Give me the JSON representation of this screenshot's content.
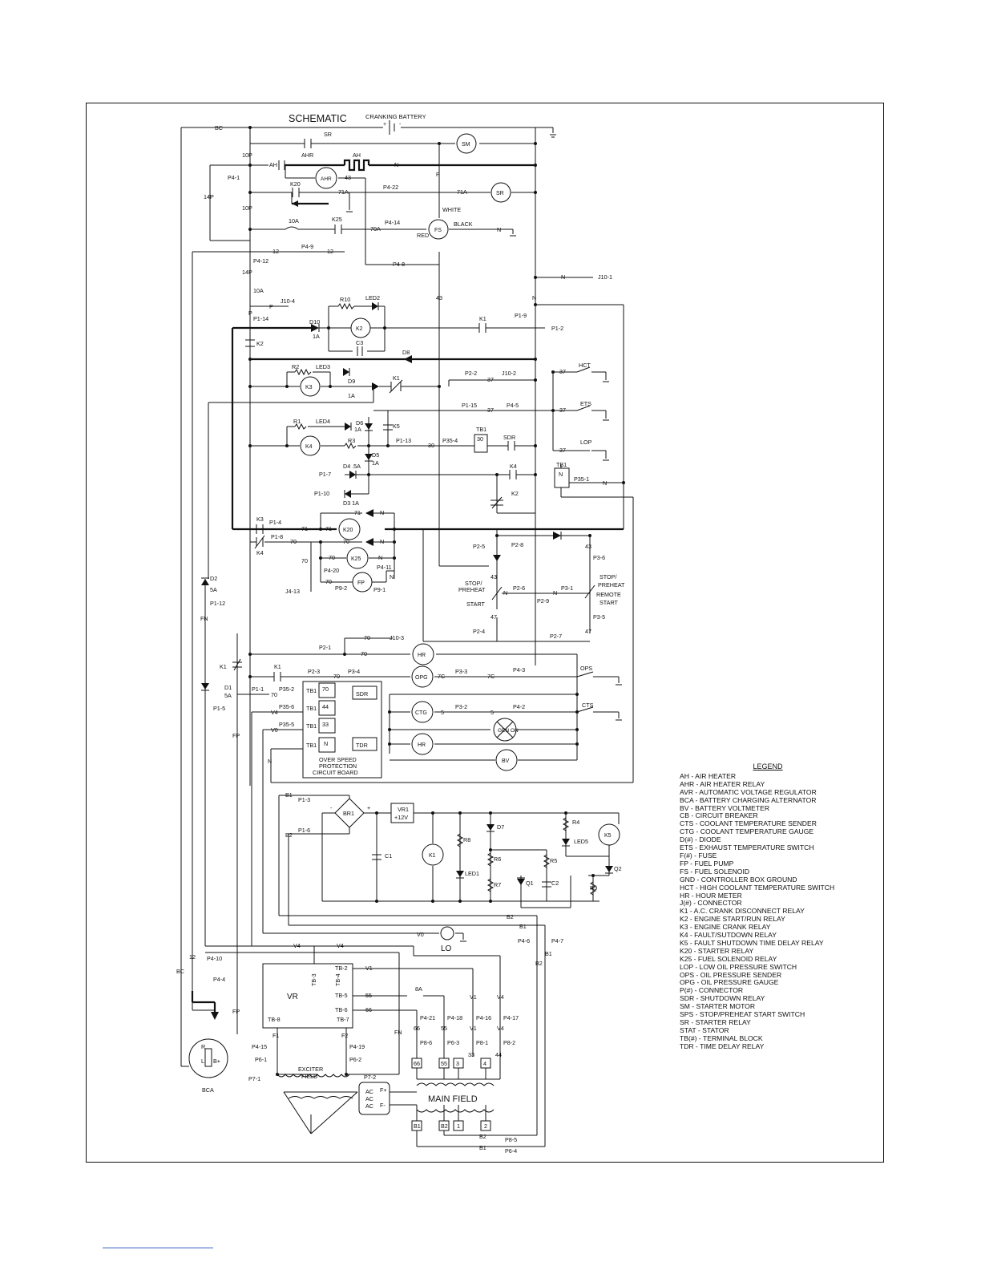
{
  "title": "SCHEMATIC",
  "battery_label": "CRANKING BATTERY",
  "components": {
    "SM": "SM",
    "SR": "SR",
    "AHR": "AHR",
    "AH": "AH",
    "FS": "FS",
    "K2": "K2",
    "K3": "K3",
    "K4": "K4",
    "K20": "K20",
    "K25": "K25",
    "FP": "FP",
    "HR": "HR",
    "OPG": "OPG",
    "CTG": "CTG",
    "GEN_ON": "GEN ON",
    "BV": "BV",
    "K1": "K1",
    "K5": "K5",
    "LO": "LO",
    "VR": "VR"
  },
  "labels": {
    "bc": "BC",
    "sr": "SR",
    "p10": "10P",
    "ah": "AH",
    "ahr": "AHR",
    "ah2": "AH",
    "n": "N",
    "p4_1": "P4-1",
    "k20": "K20",
    "n43": "43",
    "n71a": "71A",
    "p4_22": "P4-22",
    "n71a2": "71A",
    "p": "P",
    "white": "WHITE",
    "p14": "14P",
    "p10b": "10P",
    "f10a": "10A",
    "k25": "K25",
    "p4_14": "P4-14",
    "n70a": "70A",
    "red": "RED",
    "black": "BLACK",
    "n2": "N",
    "p4_9": "P4-9",
    "n12": "12",
    "n12b": "12",
    "p4_12": "P4-12",
    "p14b": "14P",
    "p4_8": "P4-8",
    "n3": "N",
    "j10_1": "J10-1",
    "n43b": "43",
    "f10a2": "10A",
    "j10_4": "J10-4",
    "p2": "P",
    "p1_14": "P1-14",
    "r10": "R10",
    "led2": "LED2",
    "n4": "N",
    "d10": "D10",
    "a1": "1A",
    "k1a": "K1",
    "p1_9": "P1-9",
    "p1_2": "P1-2",
    "k2a": "K2",
    "c3": "C3",
    "d8": "D8",
    "r2": "R2",
    "led3": "LED3",
    "d9": "D9",
    "a1b": "1A",
    "k1b": "K1",
    "p2_2": "P2-2",
    "n37a": "37",
    "j10_2": "J10-2",
    "n37b": "37",
    "hct": "HCT",
    "p1_15": "P1-15",
    "n37c": "37",
    "p4_5": "P4-5",
    "n37d": "37",
    "ets": "ETS",
    "r1": "R1",
    "led4": "LED4",
    "d6": "D6",
    "a1c": "1A",
    "k5": "K5",
    "tb1a": "TB1",
    "n30": "30",
    "sdr": "SDR",
    "n37e": "37",
    "lop": "LOP",
    "r3": "R3",
    "p1_13": "P1-13",
    "p35_4": "P35-4",
    "n30b": "30",
    "d5": "D5",
    "a1d": "1A",
    "d4": "D4 .5A",
    "k4": "K4",
    "tb1b": "TB1",
    "n5": "N",
    "p35_1": "P35-1",
    "n6": "N",
    "p1_7": "P1-7",
    "k2b": "K2",
    "p1_10": "P1-10",
    "d3": "D3 1A",
    "n71": "71",
    "n7": "N",
    "k3": "K3",
    "p1_4": "P1-4",
    "n71b": "71",
    "n71c": "71",
    "p1_8": "P1-8",
    "k4b": "K4",
    "n70": "70",
    "n70b": "70",
    "n8": "N",
    "n70c": "70",
    "n9": "N",
    "p4_11": "P4-11",
    "n70d": "70",
    "p4_20": "P4-20",
    "n70e": "70",
    "p9_2": "P9-2",
    "p9_1": "P9-1",
    "n10": "N",
    "j4_13": "J4-13",
    "p2_5": "P2-5",
    "p2_8": "P2-8",
    "n43c": "43",
    "p3_6": "P3-6",
    "n43d": "43",
    "stop_preheat": "STOP/",
    "preheat": "PREHEAT",
    "start": "START",
    "n11": "N",
    "p2_6": "P2-6",
    "p2_9": "P2-9",
    "n12c": "N",
    "p3_1": "P3-1",
    "stop2": "STOP/",
    "preheat2": "PREHEAT",
    "remote": "REMOTE",
    "start2": "START",
    "n47": "47",
    "p3_5": "P3-5",
    "p2_4": "P2-4",
    "p2_7": "P2-7",
    "n47b": "47",
    "d2": "D2",
    "a5": "5A",
    "p1_12": "P1-12",
    "fn": "FN",
    "p2_1": "P2-1",
    "n70f": "70",
    "j10_3": "J10-3",
    "n70g": "70",
    "k1c": "K1",
    "k1d": "K1",
    "p2_3": "P2-3",
    "n70h": "70",
    "p3_4": "P3-4",
    "n7c": "7C",
    "p3_3": "P3-3",
    "n7cb": "7C",
    "p4_3": "P4-3",
    "ops": "OPS",
    "d1": "D1",
    "a5b": "5A",
    "p1_1": "P1-1",
    "n70i": "70",
    "p35_2": "P35-2",
    "tb1c": "TB1",
    "n70j": "70",
    "sdr2": "SDR",
    "p1_5": "P1-5",
    "v4": "V4",
    "p35_6": "P35-6",
    "tb1d": "TB1",
    "n44": "44",
    "n5b": "5",
    "p3_2": "P3-2",
    "n5c": "5",
    "p4_2": "P4-2",
    "cts": "CTS",
    "fp": "FP",
    "v0": "V0",
    "p35_5": "P35-5",
    "tb1e": "TB1",
    "n33": "33",
    "tb1f": "TB1",
    "n13": "N",
    "tdr": "TDR",
    "n14": "N",
    "osp1": "OVER SPEED",
    "osp2": "PROTECTION",
    "osp3": "CIRCUIT BOARD",
    "b1": "B1",
    "p1_3": "P1-3",
    "br1": "BR1",
    "vr1": "VR1",
    "v12": "+12V",
    "d7": "D7",
    "r4": "R4",
    "led5": "LED5",
    "b2": "B2",
    "p1_6": "P1-6",
    "c1": "C1",
    "r8": "R8",
    "led1": "LED1",
    "r6": "R6",
    "r5": "R5",
    "q1": "Q1",
    "c2": "C2",
    "r7": "R7",
    "r9": "R9",
    "q2": "Q2",
    "b2b": "B2",
    "b1b": "B1",
    "p4_6": "P4-6",
    "p4_7": "P4-7",
    "b1c": "B1",
    "b2c": "B2",
    "v4b": "V4",
    "v4c": "V4",
    "v0b": "V0",
    "n12d": "12",
    "p4_10": "P4-10",
    "bc2": "BC",
    "p4_4": "P4-4",
    "fp2": "FP",
    "tb3": "TB-3",
    "tb4": "TB-4",
    "tb2": "TB-2",
    "v1": "V1",
    "tb5": "TB-5",
    "n55": "55",
    "a8": "8A",
    "v1b": "V1",
    "v4d": "V4",
    "tb6": "TB-6",
    "n66": "66",
    "p4_21": "P4-21",
    "p4_18": "P4-18",
    "p4_16": "P4-16",
    "p4_17": "P4-17",
    "tb8": "TB-8",
    "tb7": "TB-7",
    "n66b": "66",
    "n55b": "55",
    "v1c": "V1",
    "v4e": "V4",
    "f1": "F1",
    "f2": "F2",
    "fn2": "FN",
    "p8_6": "P8-6",
    "p6_3": "P6-3",
    "p8_1": "P8-1",
    "p8_2": "P8-2",
    "p4_15": "P4-15",
    "p4_19": "P4-19",
    "n33b": "33",
    "n44b": "44",
    "p6_1": "P6-1",
    "p6_2": "P6-2",
    "b66": "66",
    "b55": "55",
    "b3": "3",
    "b4": "4",
    "p7_1": "P7-1",
    "exciter1": "EXCITER",
    "exciter2": "FIELD",
    "p7_2": "P7-2",
    "ac1": "AC",
    "ac2": "AC",
    "ac3": "AC",
    "fplus": "F+",
    "fminus": "F-",
    "main_field": "MAIN FIELD",
    "bca": "BCA",
    "r_l": "R",
    "l_l": "L",
    "bplus": "B+",
    "bb1": "B1",
    "bb2": "B2",
    "bbox1": "1",
    "bbox2": "2",
    "b2d": "B2",
    "p8_5": "P8-5",
    "b1d": "B1",
    "p6_4": "P6-4",
    "minus": "-",
    "plus": "+"
  },
  "legend": {
    "title": "LEGEND",
    "items": [
      "AH - AIR HEATER",
      "AHR - AIR HEATER RELAY",
      "AVR - AUTOMATIC VOLTAGE REGULATOR",
      "BCA - BATTERY CHARGING ALTERNATOR",
      "BV - BATTERY VOLTMETER",
      "CB - CIRCUIT BREAKER",
      "CTS - COOLANT TEMPERATURE SENDER",
      "CTG - COOLANT TEMPERATURE GAUGE",
      "D(#) - DIODE",
      "ETS - EXHAUST TEMPERATURE SWITCH",
      "F(#) - FUSE",
      "FP - FUEL PUMP",
      "FS - FUEL SOLENOID",
      "GND - CONTROLLER BOX GROUND",
      "HCT - HIGH COOLANT TEMPERATURE SWITCH",
      "HR - HOUR METER",
      "J(#) - CONNECTOR",
      "K1 - A.C. CRANK DISCONNECT RELAY",
      "K2 - ENGINE START/RUN RELAY",
      "K3 - ENGINE CRANK RELAY",
      "K4 - FAULT/SUTDOWN RELAY",
      "K5 - FAULT SHUTDOWN TIME DELAY RELAY",
      "K20 - STARTER RELAY",
      "K25 - FUEL SOLENOID RELAY",
      "LOP - LOW OIL PRESSURE SWITCH",
      "OPS - OIL PRESSURE SENDER",
      "OPG - OIL PRESSURE GAUGE",
      "P(#) - CONNECTOR",
      "SDR - SHUTDOWN RELAY",
      "SM - STARTER MOTOR",
      "SPS - STOP/PREHEAT START SWITCH",
      "SR - STARTER RELAY",
      "STAT - STATOR",
      "TB(#) - TERMINAL BLOCK",
      "TDR - TIME DELAY RELAY"
    ]
  }
}
